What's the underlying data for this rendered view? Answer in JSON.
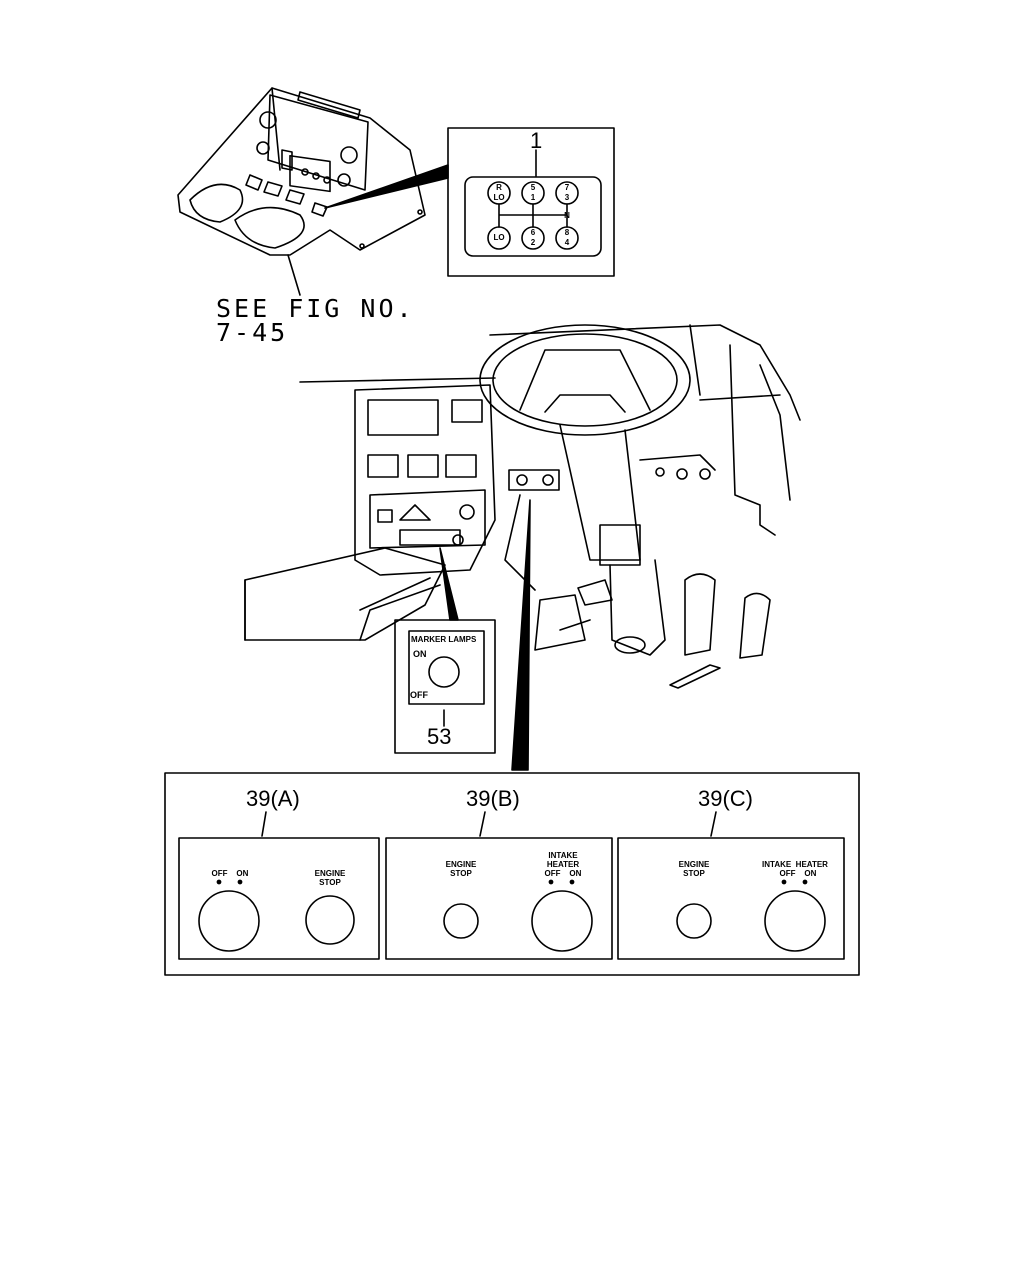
{
  "see_fig": {
    "line1": "SEE FIG NO.",
    "line2": "7-45"
  },
  "shift_pattern": {
    "callout": "1",
    "positions": [
      {
        "top": "R",
        "bottom": "LO"
      },
      {
        "top": "5",
        "bottom": "1"
      },
      {
        "top": "7",
        "bottom": "3"
      },
      {
        "top": "LO",
        "bottom": ""
      },
      {
        "top": "6",
        "bottom": "2"
      },
      {
        "top": "8",
        "bottom": "4"
      }
    ],
    "neutral": "N"
  },
  "marker_lamps": {
    "title": "MARKER LAMPS",
    "on": "ON",
    "off": "OFF",
    "callout": "53"
  },
  "variants": [
    {
      "id": "39(A)",
      "left_label": "OFF    ON",
      "right_label_1": "ENGINE",
      "right_label_2": "STOP"
    },
    {
      "id": "39(B)",
      "left_label_1": "ENGINE",
      "left_label_2": "STOP",
      "right_label_1": "INTAKE",
      "right_label_2": "HEATER",
      "right_label_3": "OFF    ON"
    },
    {
      "id": "39(C)",
      "left_label_1": "ENGINE",
      "left_label_2": "STOP",
      "right_label_1": "INTAKE  HEATER",
      "right_label_2": "OFF    ON"
    }
  ]
}
